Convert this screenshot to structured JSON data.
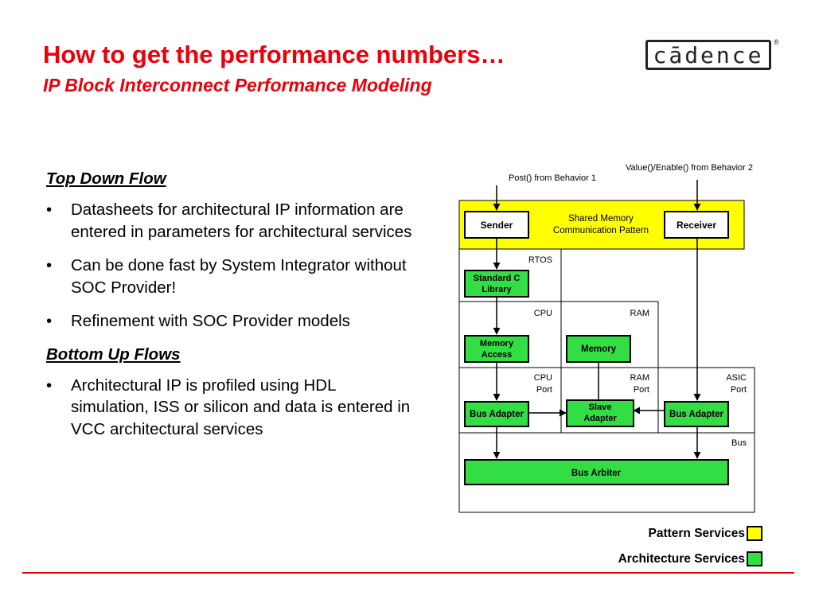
{
  "header": {
    "title": "How to get the performance numbers…",
    "subtitle": "IP Block Interconnect Performance Modeling",
    "logo_text": "cādence",
    "logo_mark": "®"
  },
  "content": {
    "sections": [
      {
        "heading": "Top Down Flow",
        "bullets": [
          "Datasheets for architectural IP information are entered in parameters for architectural services",
          "Can be done fast by System Integrator without SOC Provider!",
          "Refinement with SOC Provider models"
        ]
      },
      {
        "heading": "Bottom Up Flows",
        "bullets": [
          "Architectural IP is profiled using HDL simulation, ISS or silicon and data is entered in VCC architectural services"
        ]
      }
    ],
    "bullet_char": "•"
  },
  "diagram": {
    "labels": {
      "behavior1": "Post() from Behavior 1",
      "behavior2": "Value()/Enable() from Behavior 2",
      "sender": "Sender",
      "receiver": "Receiver",
      "shared_memory_1": "Shared Memory",
      "shared_memory_2": "Communication Pattern",
      "rtos": "RTOS",
      "standard_c_1": "Standard C",
      "standard_c_2": "Library",
      "cpu": "CPU",
      "ram": "RAM",
      "memory_access_1": "Memory",
      "memory_access_2": "Access",
      "memory": "Memory",
      "cpu_port_1": "CPU",
      "cpu_port_2": "Port",
      "ram_port_1": "RAM",
      "ram_port_2": "Port",
      "asic_port_1": "ASIC",
      "asic_port_2": "Port",
      "bus_adapter_left": "Bus Adapter",
      "slave_adapter_1": "Slave",
      "slave_adapter_2": "Adapter",
      "bus_adapter_right": "Bus Adapter",
      "bus": "Bus",
      "bus_arbiter": "Bus Arbiter"
    },
    "colors": {
      "pattern": "#ffff00",
      "architecture": "#33dd44"
    }
  },
  "legend": {
    "pattern_label": "Pattern Services",
    "architecture_label": "Architecture Services"
  }
}
